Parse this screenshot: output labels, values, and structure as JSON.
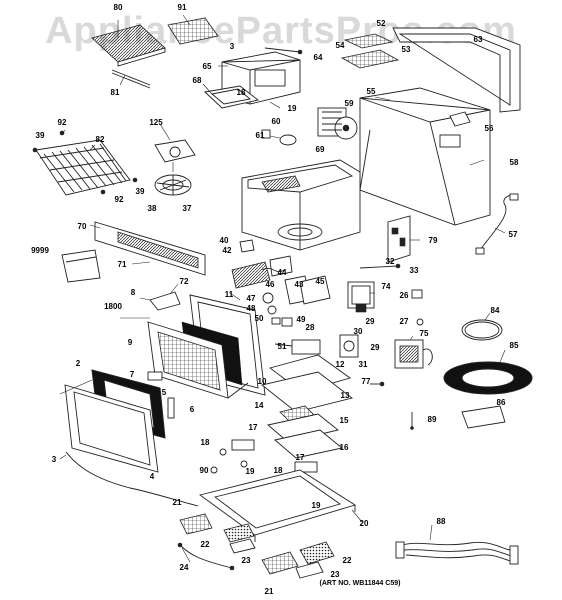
{
  "watermark": "AppliancePartsPros.com",
  "art_number": "(ART NO. WB11844 C59)",
  "part_labels": [
    "80",
    "91",
    "52",
    "53",
    "54",
    "63",
    "3",
    "64",
    "65",
    "68",
    "18",
    "19",
    "81",
    "55",
    "59",
    "92",
    "39",
    "82",
    "125",
    "61",
    "60",
    "56",
    "58",
    "69",
    "39",
    "92",
    "38",
    "37",
    "70",
    "79",
    "57",
    "40",
    "9999",
    "42",
    "44",
    "71",
    "46",
    "43",
    "32",
    "33",
    "74",
    "8",
    "72",
    "45",
    "1800",
    "11",
    "26",
    "47",
    "48",
    "49",
    "50",
    "84",
    "27",
    "28",
    "29",
    "75",
    "30",
    "51",
    "9",
    "29",
    "31",
    "85",
    "12",
    "7",
    "2",
    "5",
    "10",
    "77",
    "13",
    "6",
    "14",
    "89",
    "15",
    "86",
    "18",
    "17",
    "16",
    "90",
    "19",
    "3",
    "4",
    "18",
    "17",
    "19",
    "21",
    "20",
    "22",
    "23",
    "88",
    "24",
    "22",
    "21",
    "23"
  ],
  "colors": {
    "line": "#222222",
    "watermark": "#b9b9b9"
  }
}
